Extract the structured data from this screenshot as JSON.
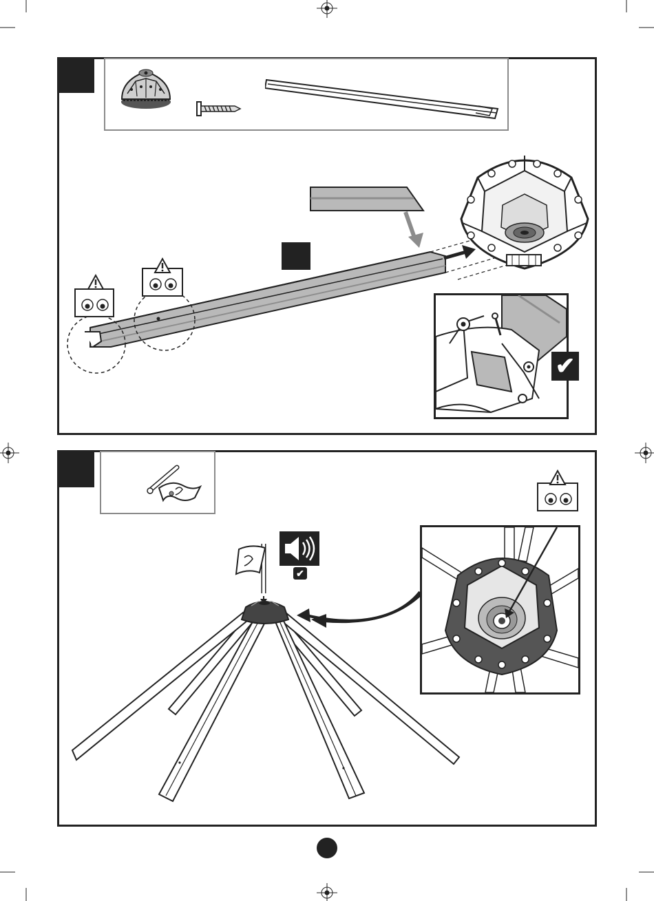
{
  "colors": {
    "ink": "#222222",
    "rail": "#b9b9b9",
    "rail_dark": "#8e8e8e",
    "parts_border": "#8a8a8a",
    "arrow_grey": "#8c8c8c"
  },
  "icons": {
    "registration_mark": "crosshair-circle-icon",
    "warning": "warning-triangle-icon",
    "eyes": "eyes-icon",
    "check": "check-icon",
    "sound": "speaker-icon",
    "page_number": "page-number-dot"
  },
  "step1": {
    "parts": [
      "hub-part",
      "screw-part",
      "rail-part"
    ],
    "check_mark": "✔"
  },
  "step2": {
    "parts": [
      "flag-pin-part"
    ],
    "check_mark": "✔"
  }
}
